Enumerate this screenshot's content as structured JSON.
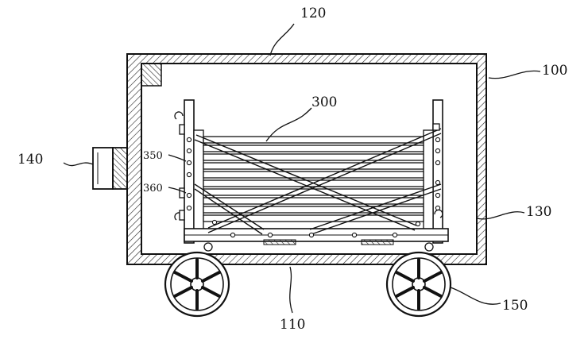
{
  "figure": {
    "labels": {
      "l100": "100",
      "l110": "110",
      "l120": "120",
      "l130": "130",
      "l140": "140",
      "l150": "150",
      "l300": "300",
      "l350": "350",
      "l360": "360"
    },
    "colors": {
      "line": "#111111",
      "background": "#ffffff",
      "hatch": "#222222"
    }
  }
}
